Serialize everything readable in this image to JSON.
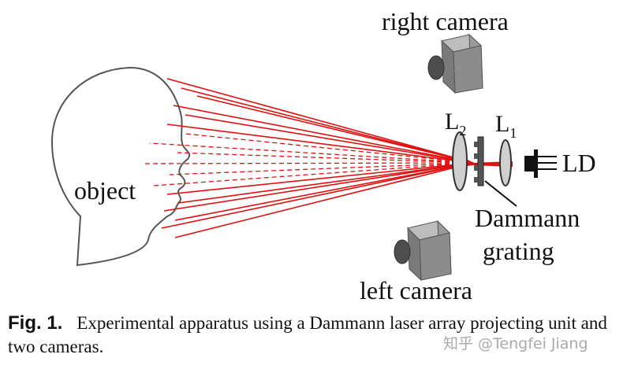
{
  "figure": {
    "labels": {
      "right_camera": "right camera",
      "left_camera": "left camera",
      "object": "object",
      "lens2_letter": "L",
      "lens2_sub": "2",
      "lens1_letter": "L",
      "lens1_sub": "1",
      "laser_diode": "LD",
      "grating_line1": "Dammann",
      "grating_line2": "grating"
    },
    "colors": {
      "laser": "#e01010",
      "camera_front": "#7a7a7a",
      "camera_top": "#bdbdbd",
      "camera_side": "#9a9a9a",
      "lens": "#cfcfcf",
      "outline": "#333333"
    },
    "icons": {
      "right_camera": "camera-icon",
      "left_camera": "camera-icon",
      "laser_diode": "laser-diode-icon",
      "grating": "grating-icon"
    }
  },
  "caption": {
    "fig_label": "Fig. 1.",
    "text": "Experimental apparatus using a Dammann laser array projecting unit and two cameras."
  },
  "watermark": "知乎 @Tengfei Jiang"
}
